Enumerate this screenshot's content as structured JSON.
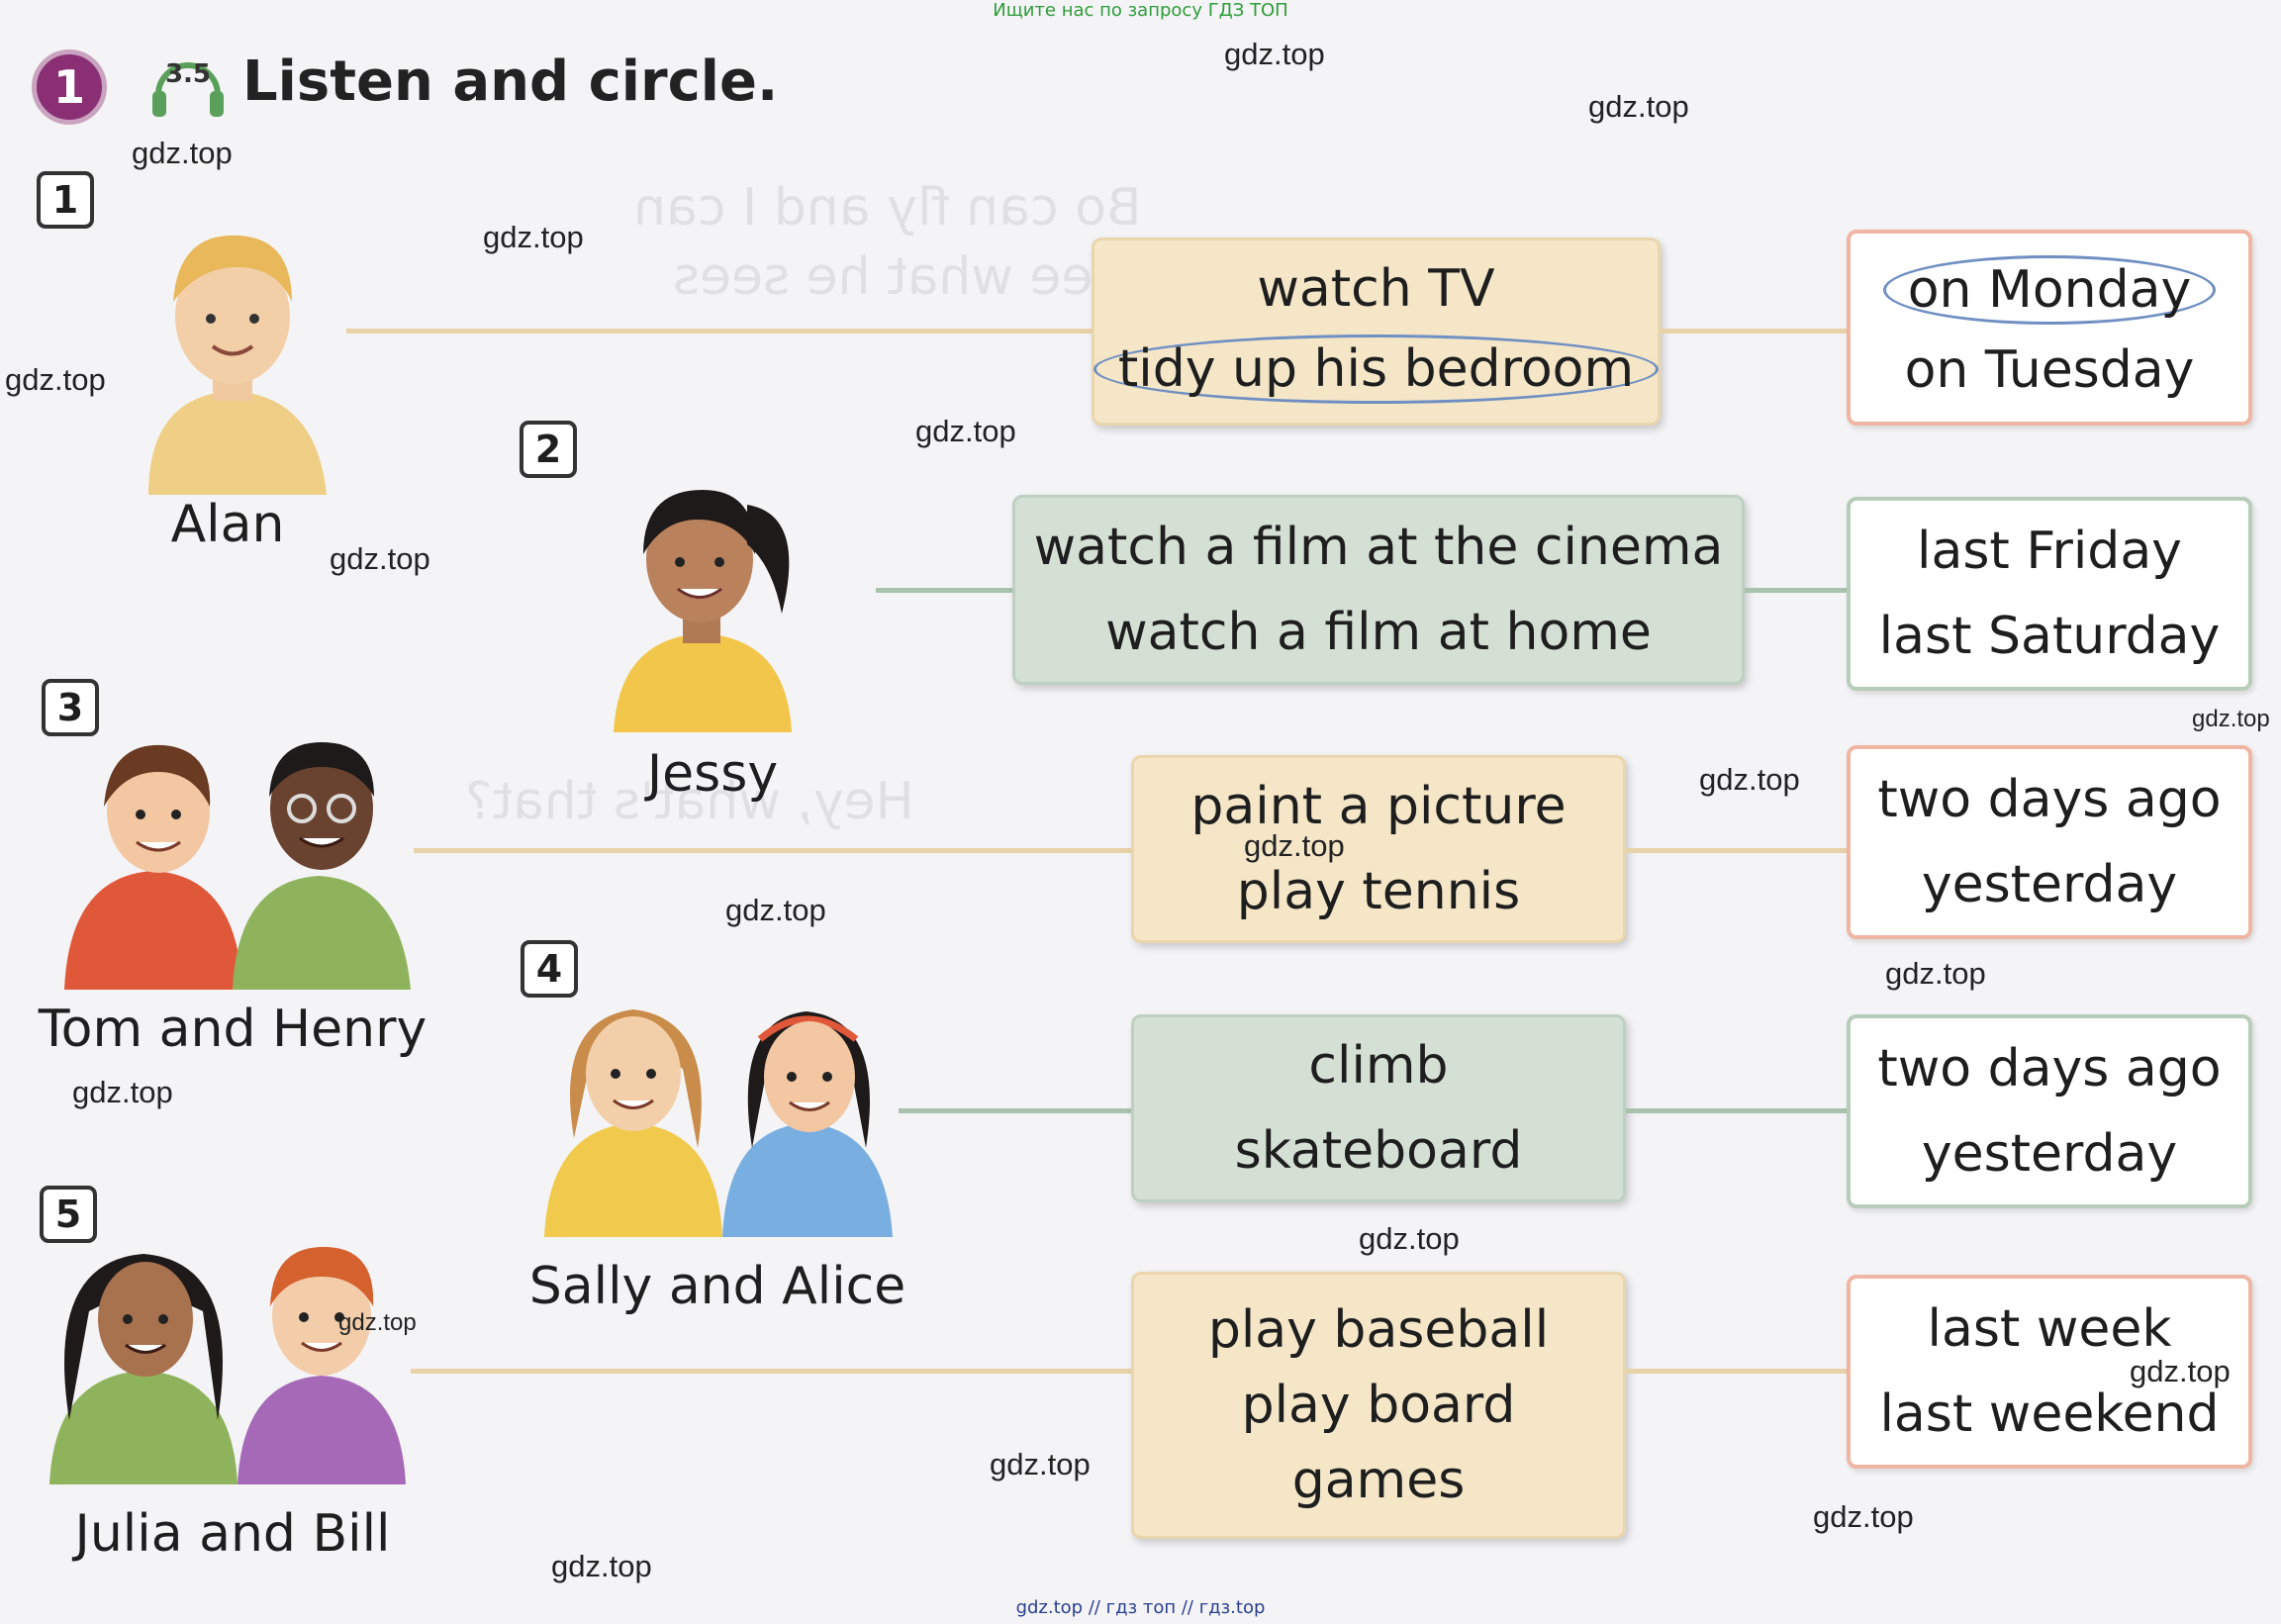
{
  "banner_top": "Ищите нас по запросу ГДЗ ТОП",
  "banner_bottom": "gdz.top // гдз топ // гдз.top",
  "exercise": {
    "number": "1",
    "track": "3.5",
    "title": "Listen and circle."
  },
  "rows": [
    {
      "number": "1",
      "name": "Alan",
      "activities": [
        "watch TV",
        "tidy up his bedroom"
      ],
      "circled_activity": "tidy up his bedroom",
      "times": [
        "on Monday",
        "on Tuesday"
      ],
      "circled_time": "on Monday"
    },
    {
      "number": "2",
      "name": "Jessy",
      "activities": [
        "watch a film at the cinema",
        "watch a film at home"
      ],
      "times": [
        "last Friday",
        "last Saturday"
      ]
    },
    {
      "number": "3",
      "name": "Tom and Henry",
      "activities": [
        "paint a picture",
        "play tennis"
      ],
      "times": [
        "two days ago",
        "yesterday"
      ]
    },
    {
      "number": "4",
      "name": "Sally and Alice",
      "activities": [
        "climb",
        "skateboard"
      ],
      "times": [
        "two days ago",
        "yesterday"
      ]
    },
    {
      "number": "5",
      "name": "Julia and Bill",
      "activities": [
        "play baseball",
        "play board games"
      ],
      "activity_display_lines": [
        "play baseball",
        "play board",
        "games"
      ],
      "times": [
        "last week",
        "last weekend"
      ]
    }
  ],
  "watermark": "gdz.top",
  "colors": {
    "exercise_badge": "#8a2f74",
    "tan_box": "#f4e6c7",
    "green_box": "#d4e0d4",
    "tan_border": "#efb6a3",
    "green_border": "#b8cdb9",
    "circle_line": "#6f8fc2"
  }
}
